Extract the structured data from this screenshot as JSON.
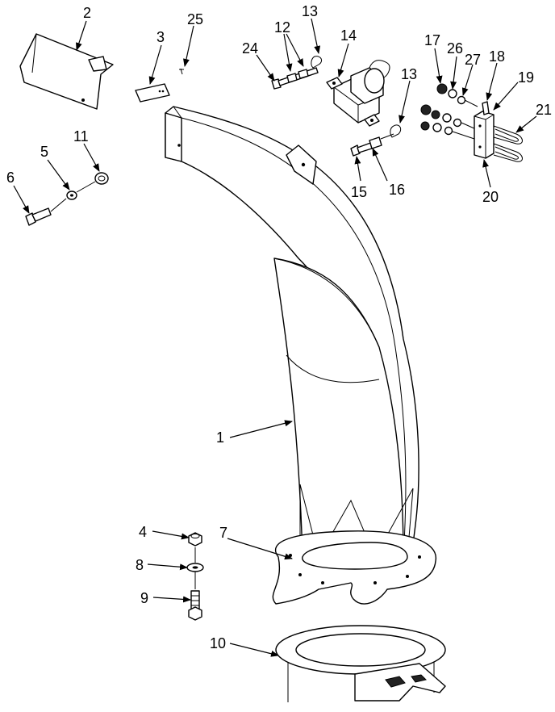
{
  "callouts": {
    "c1": "1",
    "c2": "2",
    "c3": "3",
    "c4": "4",
    "c5": "5",
    "c6": "6",
    "c7": "7",
    "c8": "8",
    "c9": "9",
    "c10": "10",
    "c11": "11",
    "c12": "12",
    "c13a": "13",
    "c13b": "13",
    "c14": "14",
    "c15": "15",
    "c16": "16",
    "c17": "17",
    "c18": "18",
    "c19": "19",
    "c20": "20",
    "c21": "21",
    "c24": "24",
    "c25": "25",
    "c26": "26",
    "c27": "27"
  }
}
